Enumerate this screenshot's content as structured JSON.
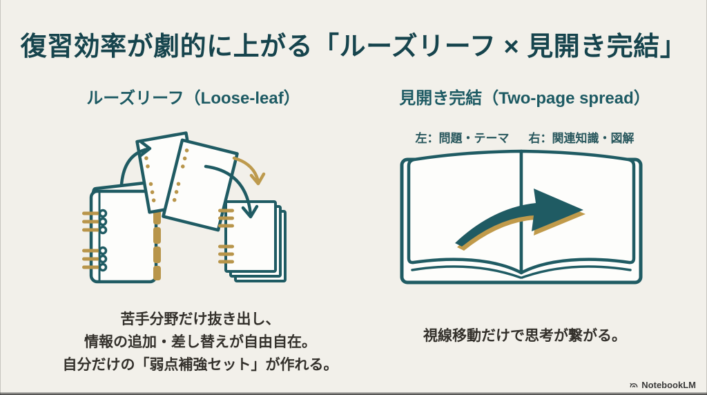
{
  "slide": {
    "title": "復習効率が劇的に上がる「ルーズリーフ × 見開き完結」",
    "left_panel": {
      "heading": "ルーズリーフ（Loose-leaf）",
      "illustration": "loose-leaf-binder-pages-and-stack",
      "caption_lines": [
        "苦手分野だけ抜き出し、",
        "情報の追加・差し替えが自由自在。",
        "自分だけの「弱点補強セット」が作れる。"
      ]
    },
    "right_panel": {
      "heading": "見開き完結（Two-page spread）",
      "page_label_left": "左：問題・テーマ",
      "page_label_right": "右：関連知識・図解",
      "illustration": "open-book-two-page-spread-with-arrow",
      "caption": "視線移動だけで思考が繋がる。"
    },
    "footer": {
      "brand": "NotebookLM"
    },
    "colors": {
      "background": "#f2f0ea",
      "title_teal": "#16444d",
      "accent_teal": "#1f5b63",
      "accent_gold": "#b8954a",
      "caption_dark": "#33302b"
    }
  }
}
